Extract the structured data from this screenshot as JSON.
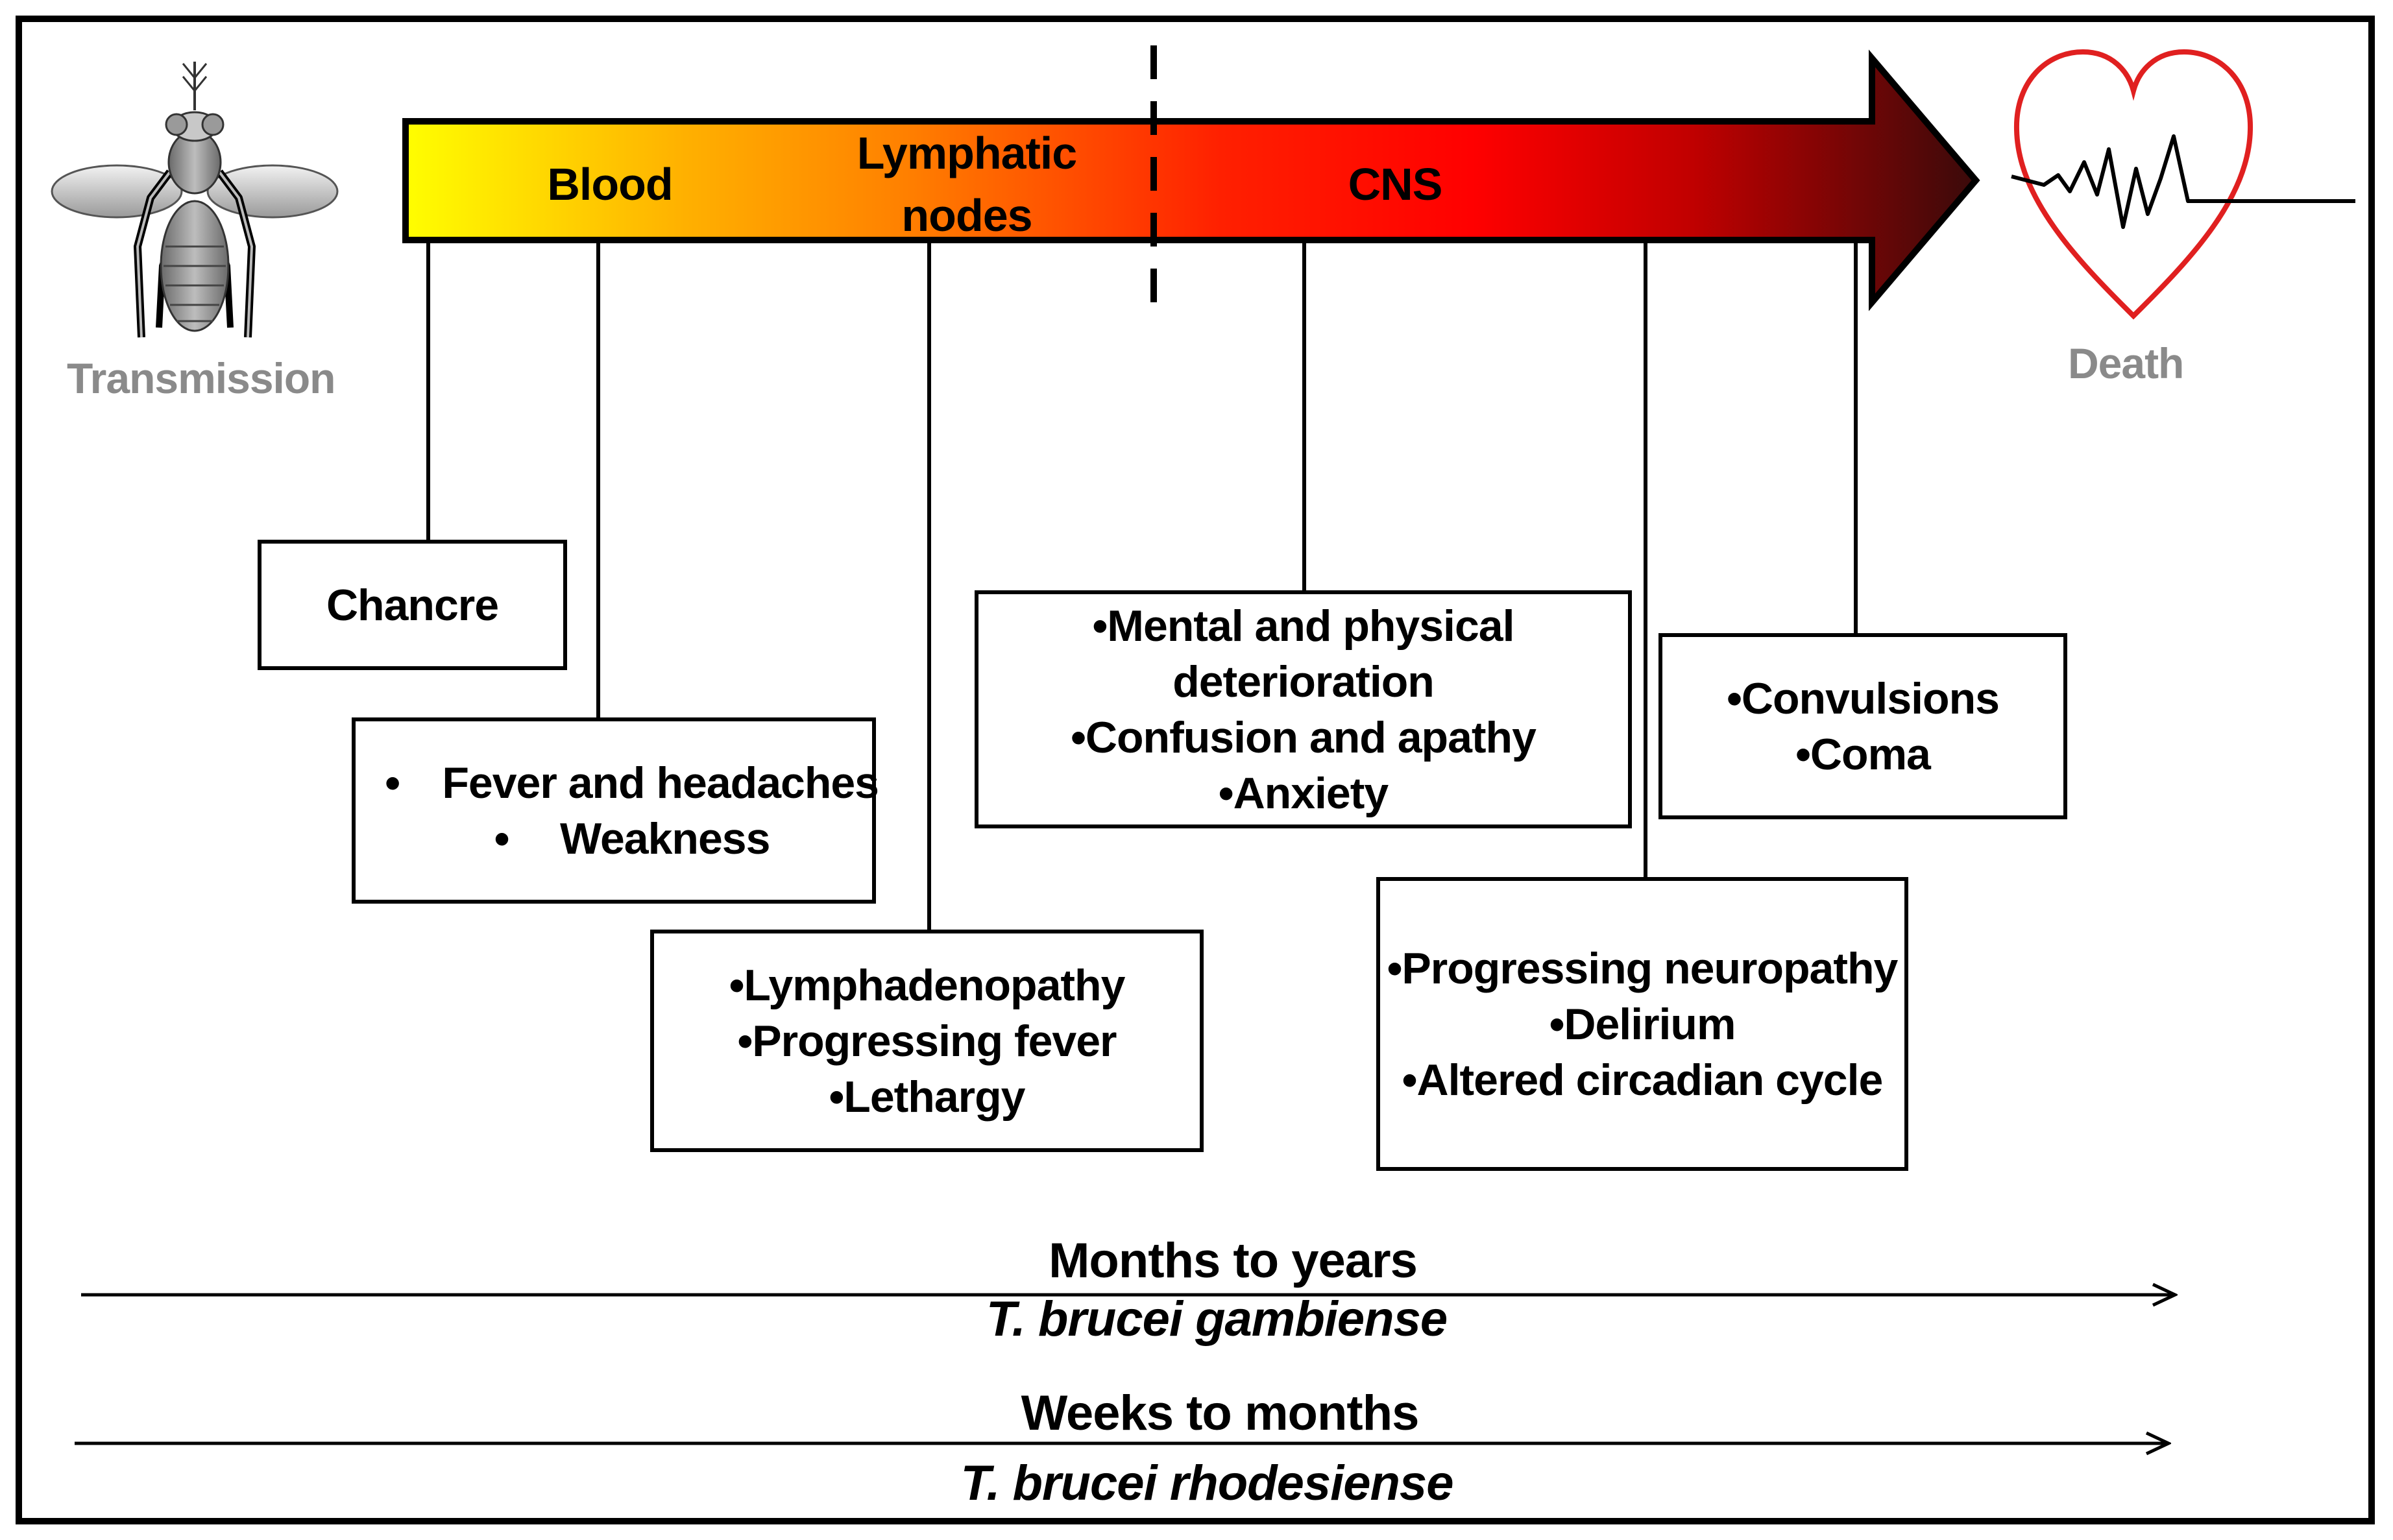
{
  "stages": {
    "blood": "Blood",
    "lymphatic_line1": "Lymphatic",
    "lymphatic_line2": "nodes",
    "cns": "CNS"
  },
  "labels": {
    "transmission": "Transmission",
    "death": "Death"
  },
  "boxes": {
    "chancre": "Chancre",
    "fever": {
      "items": [
        "Fever and headaches",
        "Weakness"
      ],
      "bullet": "•"
    },
    "lymph": [
      "•Lymphadenopathy",
      "•Progressing fever",
      "•Lethargy"
    ],
    "mental": [
      "•Mental and physical",
      "deterioration",
      "•Confusion and apathy",
      "•Anxiety"
    ],
    "neuro": [
      "•Progressing neuropathy",
      "•Delirium",
      "•Altered circadian cycle"
    ],
    "convulsions": [
      "•Convulsions",
      "•Coma"
    ]
  },
  "timelines": [
    {
      "duration": "Months to years",
      "species": "T. brucei gambiense"
    },
    {
      "duration": "Weeks to months",
      "species": "T. brucei rhodesiense"
    }
  ],
  "colors": {
    "arrow_gradient": [
      "#ffff00",
      "#ffb000",
      "#ff8000",
      "#ff2000",
      "#ff0000",
      "#c00000",
      "#3a0a0a"
    ],
    "heart": "#e02020",
    "grey_text": "#8a8a8a"
  },
  "icons": [
    "tsetse-fly-icon",
    "heart-ecg-icon"
  ]
}
